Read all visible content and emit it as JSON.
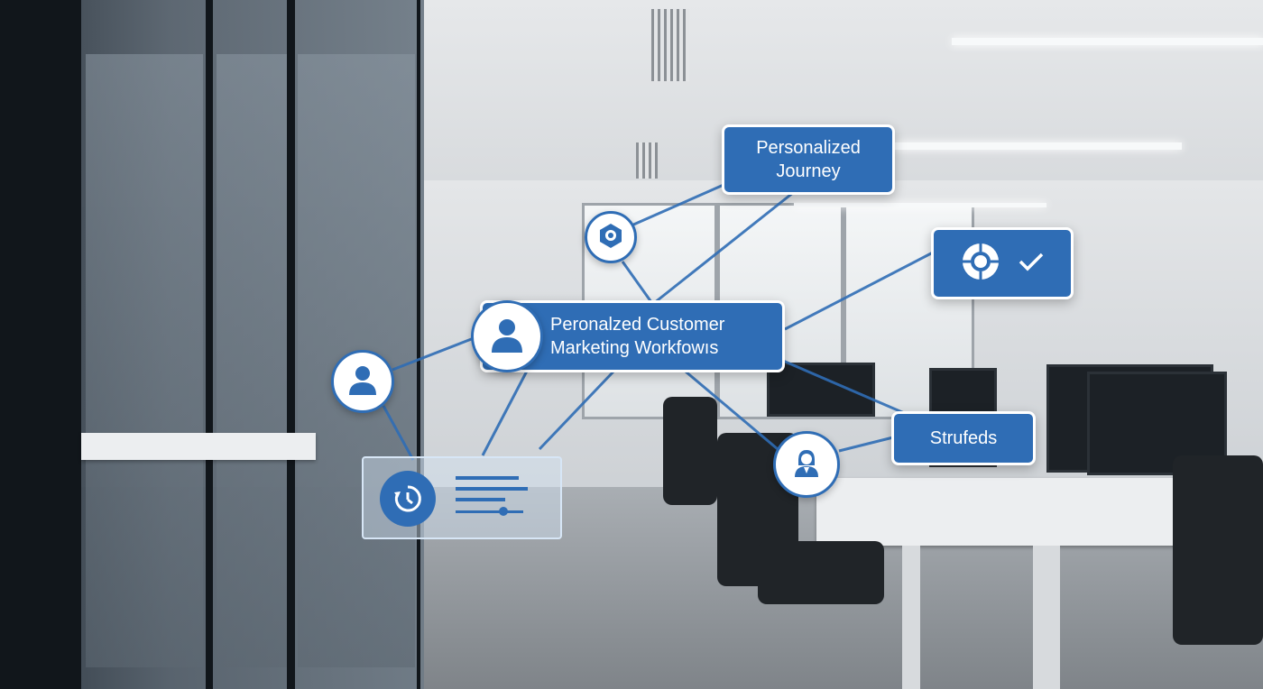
{
  "scene": {
    "colors": {
      "accent": "#2f6db5",
      "card_border": "#ffffff",
      "line": "#2f6db5"
    }
  },
  "workflow": {
    "main_label": "Peronalzed Customer\nMarketing Workfowıs",
    "top_label": "Personalized\nJourney",
    "right_label": "Strufeds",
    "icons": {
      "main": "user-icon",
      "left": "user-icon",
      "top": "hexagon-icon",
      "right_card": [
        "target-icon",
        "checkmark-icon"
      ],
      "lower_right": "person-icon",
      "bottom_panel": "cycle-icon"
    }
  }
}
